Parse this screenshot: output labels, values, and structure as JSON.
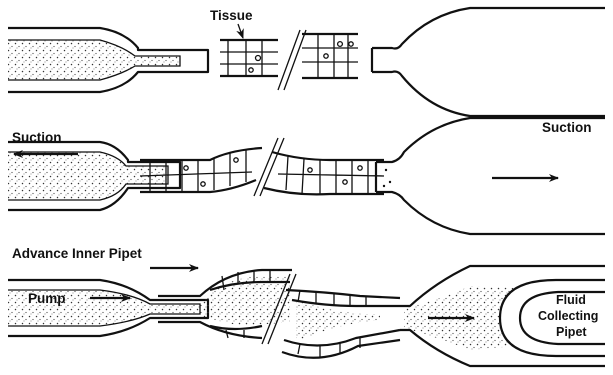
{
  "labels": {
    "tissue": "Tissue",
    "suction_left": "Suction",
    "suction_right": "Suction",
    "advance_inner_pipet": "Advance Inner Pipet",
    "pump": "Pump",
    "fluid_collecting_pipet_1": "Fluid",
    "fluid_collecting_pipet_2": "Collecting",
    "fluid_collecting_pipet_3": "Pipet"
  }
}
